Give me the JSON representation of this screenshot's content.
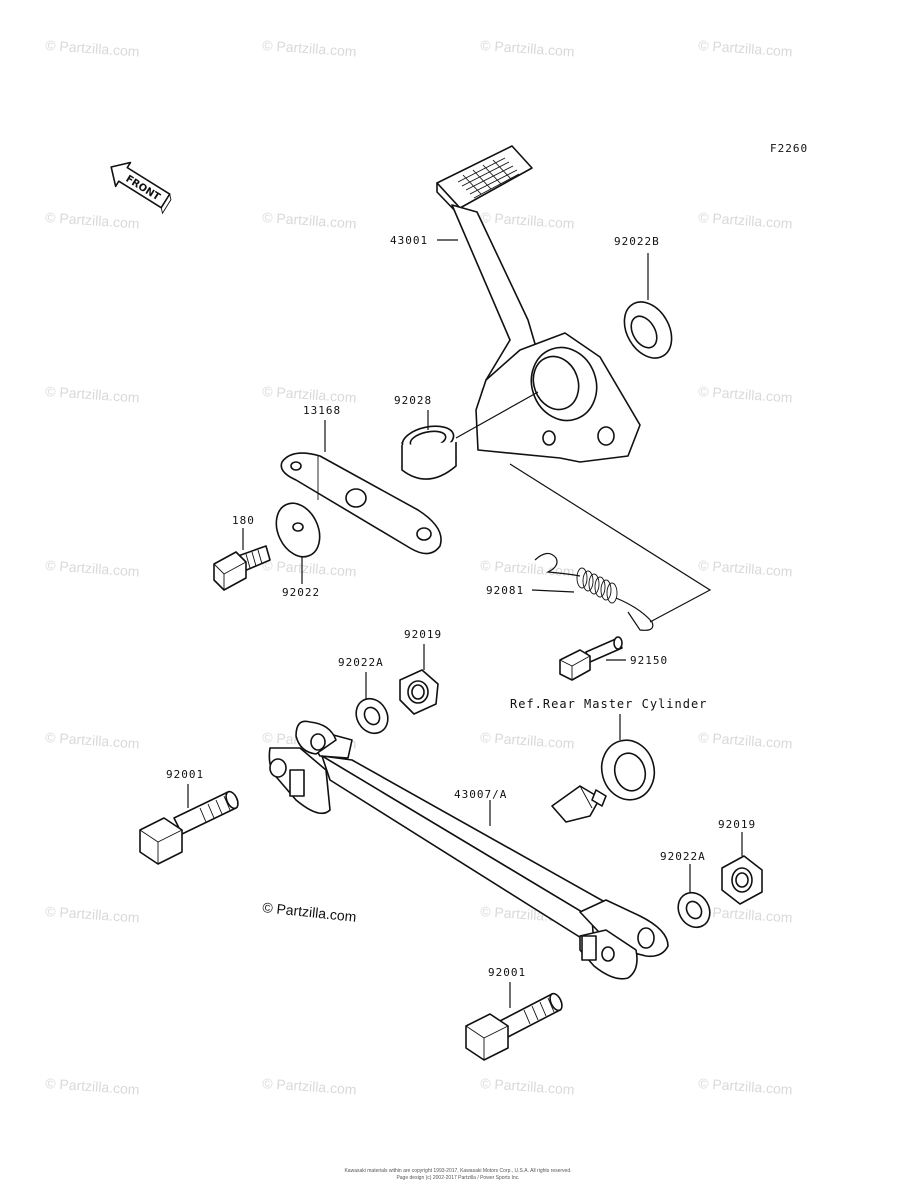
{
  "diagram_code": "F2260",
  "front_arrow_label": "FRONT",
  "watermark_text": "© Partzilla.com",
  "credit_text": "© Partzilla.com",
  "reference_note": "Ref.Rear Master Cylinder",
  "copyright_lines": [
    "Kawasaki materials within are copyright 1993-2017, Kawasaki Motors Corp., U.S.A. All rights reserved.",
    "Page design (c) 2002-2017 Partzilla / Power Sports Inc."
  ],
  "parts": [
    {
      "id": "p-43001",
      "label": "43001"
    },
    {
      "id": "p-92022b",
      "label": "92022B"
    },
    {
      "id": "p-13168",
      "label": "13168"
    },
    {
      "id": "p-92028",
      "label": "92028"
    },
    {
      "id": "p-180",
      "label": "180"
    },
    {
      "id": "p-92022",
      "label": "92022"
    },
    {
      "id": "p-92081",
      "label": "92081"
    },
    {
      "id": "p-92150",
      "label": "92150"
    },
    {
      "id": "p-92019-a",
      "label": "92019"
    },
    {
      "id": "p-92022a-a",
      "label": "92022A"
    },
    {
      "id": "p-92001-a",
      "label": "92001"
    },
    {
      "id": "p-43007a",
      "label": "43007/A"
    },
    {
      "id": "p-92019-b",
      "label": "92019"
    },
    {
      "id": "p-92022a-b",
      "label": "92022A"
    },
    {
      "id": "p-92001-b",
      "label": "92001"
    }
  ]
}
